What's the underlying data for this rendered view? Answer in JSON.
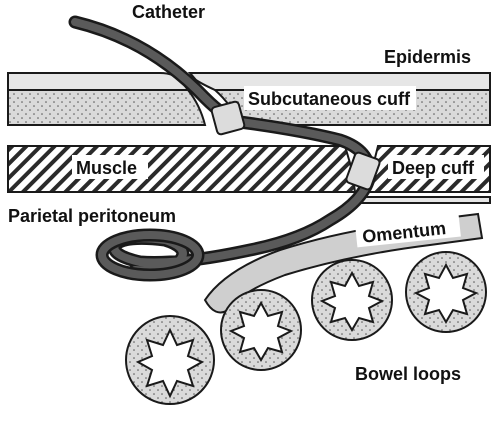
{
  "labels": {
    "catheter": "Catheter",
    "epidermis": "Epidermis",
    "subcutaneous_cuff": "Subcutaneous cuff",
    "muscle": "Muscle",
    "deep_cuff": "Deep cuff",
    "parietal_peritoneum": "Parietal peritoneum",
    "omentum": "Omentum",
    "bowel_loops": "Bowel loops"
  },
  "colors": {
    "line": "#1a1a1a",
    "tissue_fill": "#d9d9d9",
    "catheter_fill": "#555555",
    "cuff_fill": "#dcdcdc",
    "stipple": "#555555"
  }
}
